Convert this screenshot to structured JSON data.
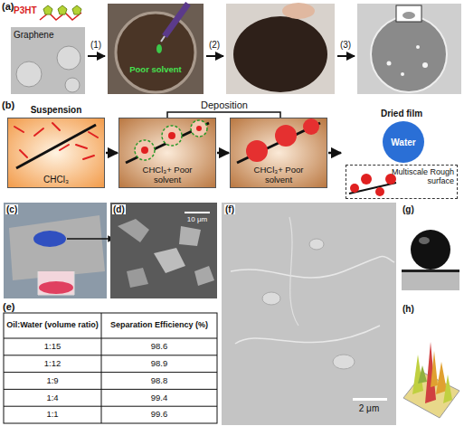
{
  "diagram": {
    "nodes": [
      {
        "text": [
          "Suspension",
          "CHCl₃"
        ]
      },
      {
        "text": [
          "CHCl₃+ Poor solvent"
        ]
      },
      {
        "text": [
          "CHCl₃+ Poor solvent"
        ]
      },
      {
        "text": [
          "Dried film"
        ]
      },
      {
        "text": [
          "Water"
        ],
        "in": 3
      },
      {
        "text": [
          "Multiscale Rough surface"
        ],
        "in": 3
      }
    ],
    "edges": [
      {
        "from": 0,
        "to": 1,
        "arrow": "to"
      },
      {
        "from": 1,
        "to": 2,
        "arrow": "to"
      },
      {
        "from": 2,
        "to": 3,
        "arrow": "to"
      }
    ],
    "labels": [
      "(a)",
      "P3HT",
      "Graphene",
      "(1)",
      "Poor solvent",
      "(2)",
      "(3)",
      "(b)",
      "Deposition",
      "(c)",
      "(d)",
      "10 μm",
      "(e)",
      "Oil:Water (volume ratio)",
      "Separation Efficiency (%)",
      "1:15",
      "98.6",
      "1:12",
      "98.9",
      "1:9",
      "98.8",
      "1:4",
      "99.4",
      "1:1",
      "99.6",
      "(f)",
      "2 μm",
      "(g)",
      "(h)"
    ]
  }
}
